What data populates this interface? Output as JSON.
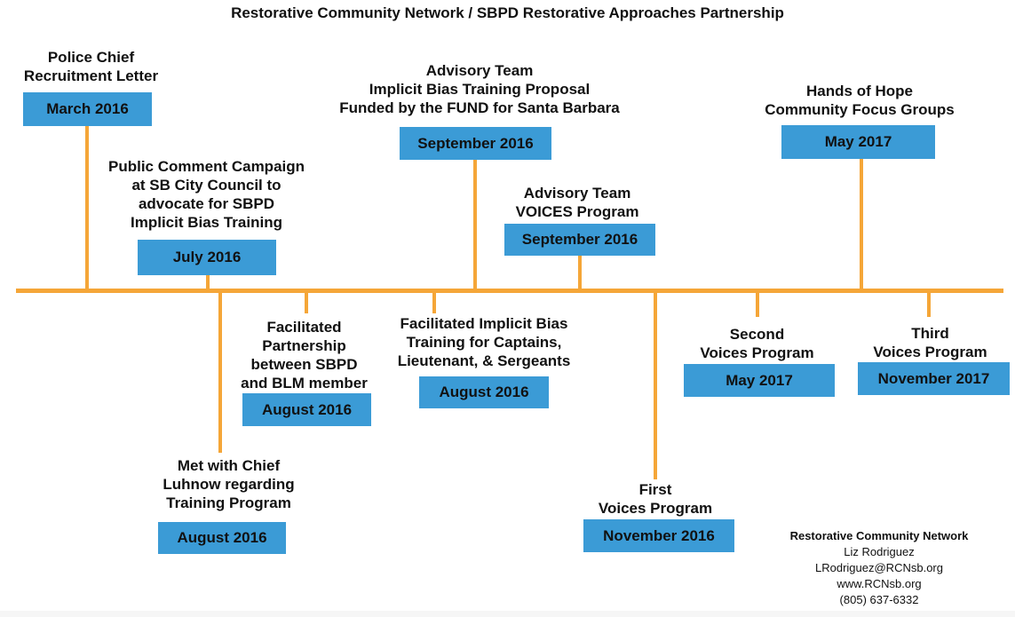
{
  "title": "Restorative Community Network  /  SBPD Restorative Approaches Partnership",
  "colors": {
    "timeline": "#F5A638",
    "box": "#3B9BD6",
    "text": "#111111"
  },
  "events": {
    "march2016": {
      "label": "Police Chief\nRecruitment Letter",
      "date": "March 2016"
    },
    "july2016": {
      "label": "Public Comment Campaign\nat SB City Council to\nadvocate for SBPD\nImplicit Bias Training",
      "date": "July 2016"
    },
    "aug2016_chief": {
      "label": "Met with Chief\nLuhnow regarding\nTraining Program",
      "date": "August 2016"
    },
    "aug2016_blm": {
      "label": "Facilitated\nPartnership\nbetween SBPD\nand BLM member",
      "date": "August 2016"
    },
    "aug2016_training": {
      "label": "Facilitated Implicit Bias\nTraining for Captains,\nLieutenant, & Sergeants",
      "date": "August 2016"
    },
    "sep2016_proposal": {
      "label": "Advisory Team\nImplicit Bias Training Proposal\nFunded by the FUND for Santa Barbara",
      "date": "September 2016"
    },
    "sep2016_voices": {
      "label": "Advisory Team\nVOICES Program",
      "date": "September 2016"
    },
    "nov2016": {
      "label": "First\nVoices Program",
      "date": "November 2016"
    },
    "may2017_second": {
      "label": "Second\nVoices Program",
      "date": "May 2017"
    },
    "may2017_hope": {
      "label": "Hands of Hope\nCommunity Focus Groups",
      "date": "May 2017"
    },
    "nov2017": {
      "label": "Third\nVoices Program",
      "date": "November 2017"
    }
  },
  "contact": {
    "org": "Restorative Community Network",
    "name": "Liz Rodriguez",
    "email": "LRodriguez@RCNsb.org",
    "website": "www.RCNsb.org",
    "phone": "(805) 637-6332"
  }
}
